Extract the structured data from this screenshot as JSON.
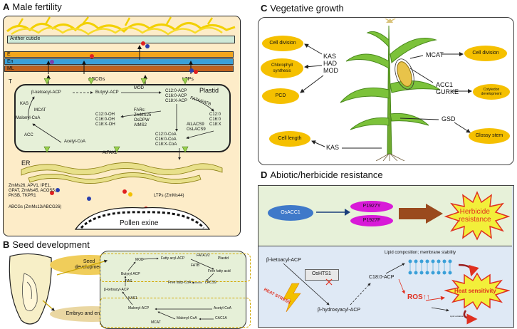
{
  "colors": {
    "gold": "#f5c000",
    "panel_a_bg": "#fdecc8",
    "plastid_fill": "#e6f0d8",
    "anther_cuticle": "#cfe9d8",
    "layer_e": "#f2a51c",
    "layer_en": "#3aa0d8",
    "layer_ml": "#c0621e",
    "panel_d_top": "#e7f1d9",
    "panel_d_bottom": "#dfe9f5",
    "osacc1_blue": "#3f79c9",
    "mutation_magenta": "#d81ad8",
    "brown_arrow": "#9a4a1e"
  },
  "panel_a": {
    "letter": "A",
    "title": "Male fertility",
    "anther_cuticle": "Anther cuticle",
    "layer_e": "E",
    "layer_en": "En",
    "layer_ml": "ML",
    "tapetum": "T",
    "abcgs": "ABCGs",
    "ltps": "LTPs",
    "plastid": "Plastid",
    "ketoacyl": "β-ketoacyl-ACP",
    "butyryl": "Butyryl-ACP",
    "mod": "MOD",
    "acp_list": "C12:0-ACP\nC16:0-ACP\nC18:X-ACP",
    "fata": "FATA/FATB",
    "free_fa": "C12:0\nC16:0\nC18:X",
    "kas": "KAS",
    "mcat": "MCAT",
    "malonyl": "Malonyl-CoA",
    "alcohols": "C12:0-OH\nC16:0-OH\nC18:X-OH",
    "fars": "FARs:\nZmMS25\nOsDPW\nAtMS2",
    "lacs": "AtLACS9\nOsLACS9",
    "acc": "ACC",
    "acetyl": "Acetyl-CoA",
    "coa_list": "C12:0-CoA\nC16:0-CoA\nC18:X-CoA",
    "atfax1": "AtFAX1",
    "er": "ER",
    "genes": "ZmMs26, APV1, IPE1,\nGPAT, ZmMs45, ACOS5,\nPKSB, TKPR1",
    "ltps_zm": "LTPs (ZmMs44)",
    "abcgs_zm": "ABCGs (ZmMs13/ABCG26)",
    "pollen": "Pollen exine"
  },
  "panel_b": {
    "letter": "B",
    "title": "Seed development",
    "seed_dev": "Seed\ndevelopment",
    "embryo": "Embryo and endosperm",
    "mod": "MOD",
    "fatty_acyl": "Fatty acyl-ACP",
    "fata12": "FATA1/2",
    "plastid": "Plastid",
    "fatb": "FATB",
    "free_fa": "Free fatty acid",
    "butyryl": "Butyryl ACP",
    "fas": "FAS",
    "free_fa_coa": "Free fatty-CoA",
    "lacs9": "LACS9",
    "ketoacyl": "β-ketoacyl-ACP",
    "kas1": "KAS1",
    "malonyl_acp": "Malonyl-ACP",
    "acetyl": "Acetyl-CoA",
    "mcat": "MCAT",
    "malonyl_coa": "Malonyl-CoA",
    "cac1a": "CAC1A"
  },
  "panel_c": {
    "letter": "C",
    "title": "Vegetative growth",
    "cell_division_left": "Cell division",
    "chlorophyll": "Chlorophyll\nsynthesis",
    "pcd": "PCD",
    "cell_length": "Cell length",
    "kas_had_mod": "KAS\nHAD\nMOD",
    "mcat": "MCAT",
    "cell_division_right": "Cell division",
    "acc1_gurke": "ACC1\nGURKE",
    "cotyledon": "Cotyledon\ndevelopment",
    "gsd": "GSD",
    "glossy": "Glossy stem",
    "kas": "KAS"
  },
  "panel_d": {
    "letter": "D",
    "title": "Abiotic/herbicide resistance",
    "osacc1": "OsACC1",
    "p1927y": "P1927Y",
    "p1927f": "P1927F",
    "herbicide": "Herbicide\nresistance",
    "ketoacyl": "β-ketoacyl-ACP",
    "oshts1": "OsHTS1",
    "heat_stress": "HEAT STRESS",
    "hydroxyacyl": "β-hydroxyacyl-ACP",
    "c180": "C18:0-ACP",
    "lipid": "Lipid composition; membrane stability",
    "ros": "ROS",
    "heat_sens": "Heat sensitivity",
    "small": "Lipid oxidation"
  }
}
